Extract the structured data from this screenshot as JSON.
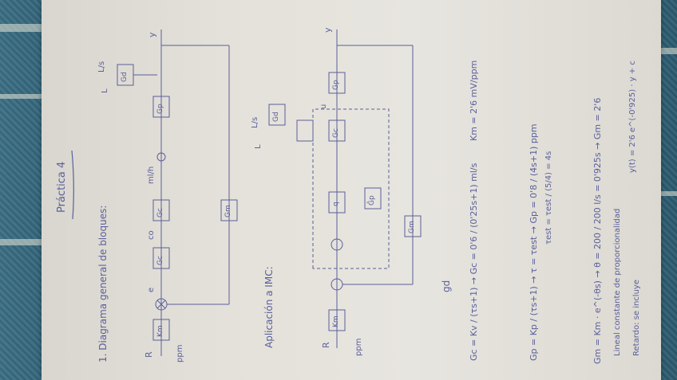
{
  "page": {
    "title": "Práctica 4",
    "section1": "1. Diagrama general de bloques:",
    "section2": "Aplicación a IMC:",
    "labels": {
      "R": "R",
      "ppm": "ppm",
      "e": "e",
      "u": "u",
      "y": "y",
      "L": "L",
      "Ls": "L/s",
      "co": "co",
      "mlh": "ml/h",
      "gd": "gd",
      "q": "q",
      "Gc_block": "Gc",
      "Gp_block": "Gp",
      "Gm_block": "Gm",
      "Km_block": "Km",
      "Gd_block": "Gd",
      "Gp_hat": "Ĝp"
    },
    "equations": {
      "gc": "Gc = Kv / (τs+1)  →  Gc = 0'6 / (0'25s+1)  ml/s",
      "km": "Km = 2'6 mV/ppm",
      "gp": "Gp = Kp / (τs+1)  →  τ = τest  →  Gp = 0'8 / (4s+1)  ppm",
      "test": "τest = τest / (5/4) = 4s",
      "gm": "Gm = Km · e^(-θs)  →  θ = 200 / 200 l/s = 0'925s  →  Gm = 2'6",
      "gmt": "y(t) = 2'6 e^(-0'925) · y + c",
      "note1": "Lineal constante de proporcionalidad",
      "note2": "Retardo: se incluye"
    }
  }
}
